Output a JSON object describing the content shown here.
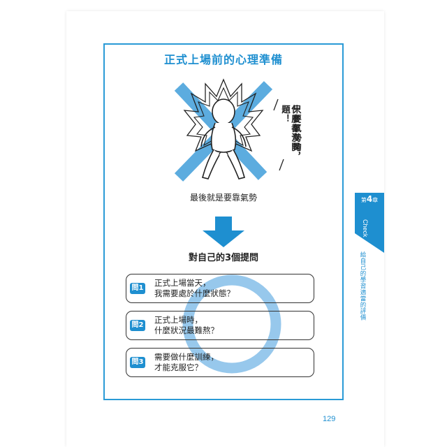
{
  "title": "正式上場前的心理準備",
  "speech": {
    "line1": "只要氣勢夠，",
    "line2": "什麼都沒問題！"
  },
  "caption_top": "最後就是要靠氣勢",
  "caption_questions": "對自己的3個提問",
  "questions": [
    {
      "badge": "問1",
      "line1": "正式上場當天，",
      "line2": "我需要處於什麼狀態？"
    },
    {
      "badge": "問2",
      "line1": "正式上場時，",
      "line2": "什麼狀況最難熬？"
    },
    {
      "badge": "問3",
      "line1": "需要做什麼訓練，",
      "line2": "才能克服它？"
    }
  ],
  "side_tab": {
    "chapter_prefix": "第",
    "chapter_number": "4",
    "chapter_suffix": "章",
    "label": "Check",
    "subtitle": "給自己的學習適當的評價"
  },
  "page_number": "129",
  "colors": {
    "accent": "#1e8fd0",
    "cross": "#4fa6dd",
    "ring": "#8cc2ea"
  }
}
